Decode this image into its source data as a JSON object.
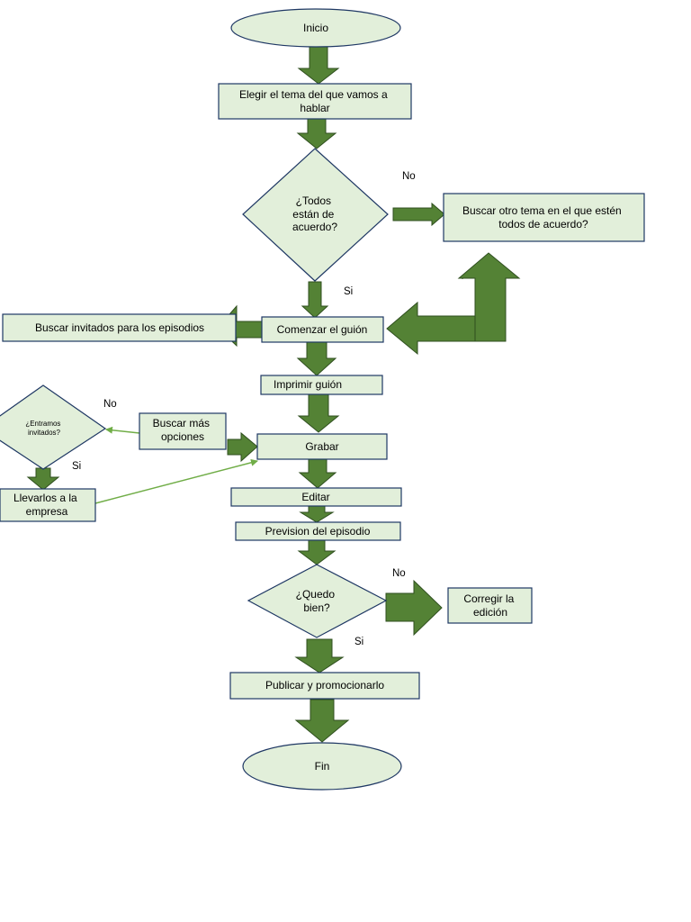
{
  "nodes": {
    "inicio": "Inicio",
    "elegir": [
      "Elegir el tema del que vamos a",
      "hablar"
    ],
    "todos": [
      "¿Todos",
      "están de",
      "acuerdo?"
    ],
    "buscar_tema": [
      "Buscar otro tema en el que estén",
      "todos de acuerdo?"
    ],
    "comenzar": "Comenzar el guión",
    "buscar_invitados": "Buscar invitados para los episodios",
    "imprimir": "Imprimir guión",
    "entramos": [
      "¿Entramos",
      "invitados?"
    ],
    "buscar_mas": [
      "Buscar más",
      "opciones"
    ],
    "llevarlos": [
      "Llevarlos a la",
      "empresa"
    ],
    "grabar": "Grabar",
    "editar": "Editar",
    "prevision": "Prevision del episodio",
    "quedo": [
      "¿Quedo",
      "bien?"
    ],
    "corregir": [
      "Corregir la",
      "edición"
    ],
    "publicar": "Publicar y promocionarlo",
    "fin": "Fin"
  },
  "edge_labels": {
    "todos_no": "No",
    "todos_si": "Si",
    "entramos_no": "No",
    "entramos_si": "Si",
    "quedo_no": "No",
    "quedo_si": "Si"
  },
  "colors": {
    "node_fill": "#e2efda",
    "node_stroke": "#1f3864",
    "arrow_fill": "#548235",
    "thin_line": "#70ad47"
  }
}
